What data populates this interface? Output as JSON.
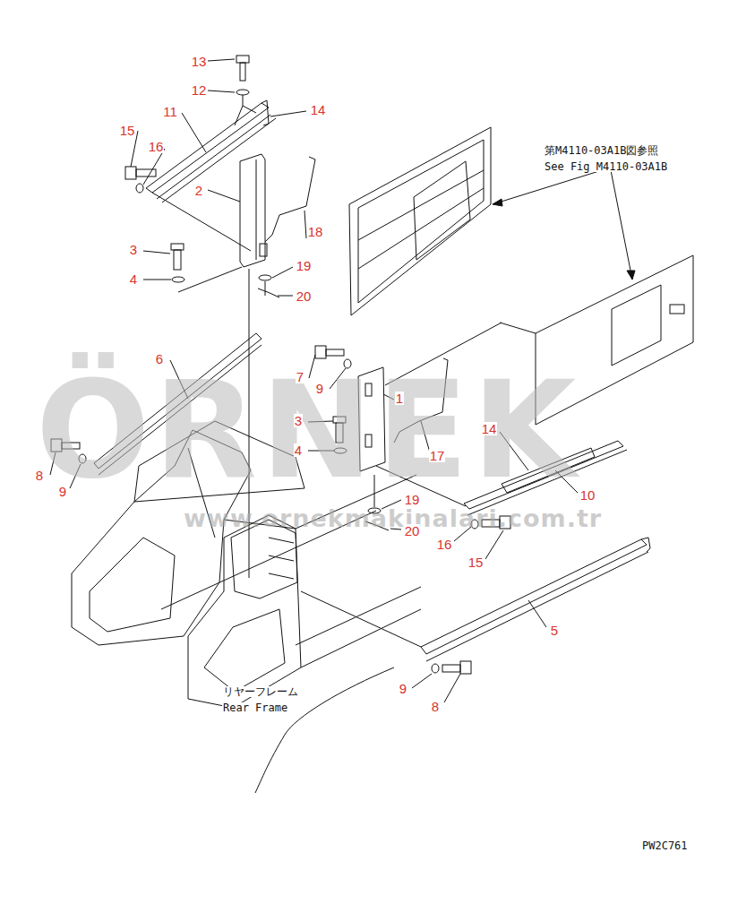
{
  "diagram": {
    "labels": [
      "13",
      "12",
      "11",
      "14",
      "15",
      "16",
      "2",
      "18",
      "3",
      "4",
      "19",
      "20",
      "6",
      "7",
      "9",
      "1",
      "3",
      "4",
      "8",
      "9",
      "17",
      "14",
      "10",
      "19",
      "20",
      "16",
      "15",
      "5",
      "9",
      "8",
      "第M4110-03A1B図参照",
      "See Fig M4110-03A1B",
      "リヤーフレーム",
      "Rear Frame",
      "PW2C761",
      "ÖRNEK",
      "www.ornekmakinalari.com.tr"
    ]
  }
}
